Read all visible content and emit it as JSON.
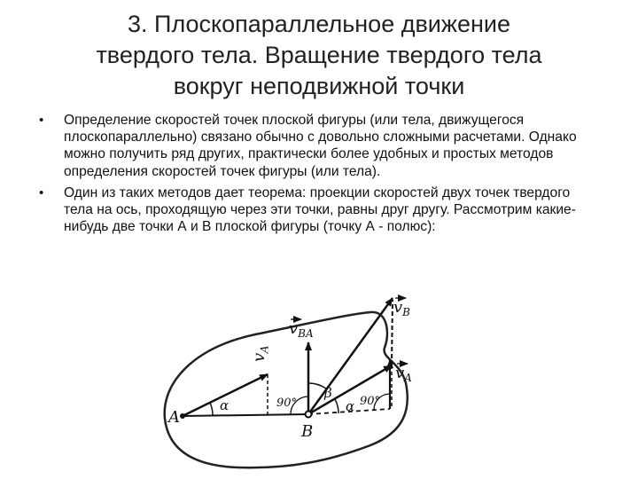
{
  "slide": {
    "title_lines": [
      "3. Плоскопараллельное движение",
      "твердого тела. Вращение твердого тела",
      "вокруг неподвижной точки"
    ],
    "bullets": [
      "Определение скоростей точек плоской фигуры (или тела, движущегося плоскопараллельно) связано обычно с довольно сложными расчетами. Однако можно получить ряд других, практически более удобных и простых методов определения скоростей точек фигуры (или тела).",
      "Один из таких методов дает теорема: проекции скоростей двух точек твердого тела на ось, проходящую через эти точки, равны друг другу. Рассмотрим какие-нибудь две точки А и В плоской фигуры (точку А - полюс):"
    ],
    "bullet_symbol": "•"
  },
  "figure": {
    "labels": {
      "point_a": "A",
      "point_b": "B",
      "v_a_left": "v",
      "v_a_left_sub": "A",
      "v_ba": "v",
      "v_ba_sub": "BA",
      "v_b": "v",
      "v_b_sub": "B",
      "v_a_right": "v",
      "v_a_right_sub": "A",
      "alpha_left": "α",
      "alpha_right": "α",
      "beta": "β",
      "angle_90_left": "90°",
      "angle_90_right": "90°"
    }
  }
}
